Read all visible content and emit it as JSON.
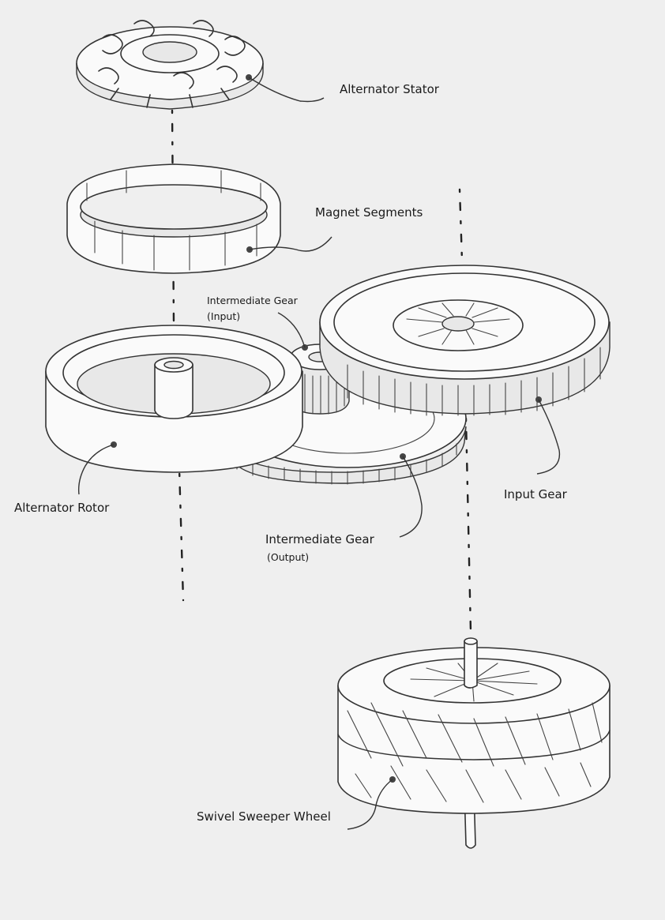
{
  "labels": {
    "alternator_stator": "Alternator Stator",
    "magnet_segments": "Magnet Segments",
    "intermediate_gear_input_line1": "Intermediate Gear",
    "intermediate_gear_input_line2": "(Input)",
    "alternator_rotor": "Alternator Rotor",
    "input_gear": "Input Gear",
    "intermediate_gear_output_line1": "Intermediate Gear",
    "intermediate_gear_output_line2": "(Output)",
    "swivel_sweeper_wheel": "Swivel Sweeper Wheel"
  }
}
